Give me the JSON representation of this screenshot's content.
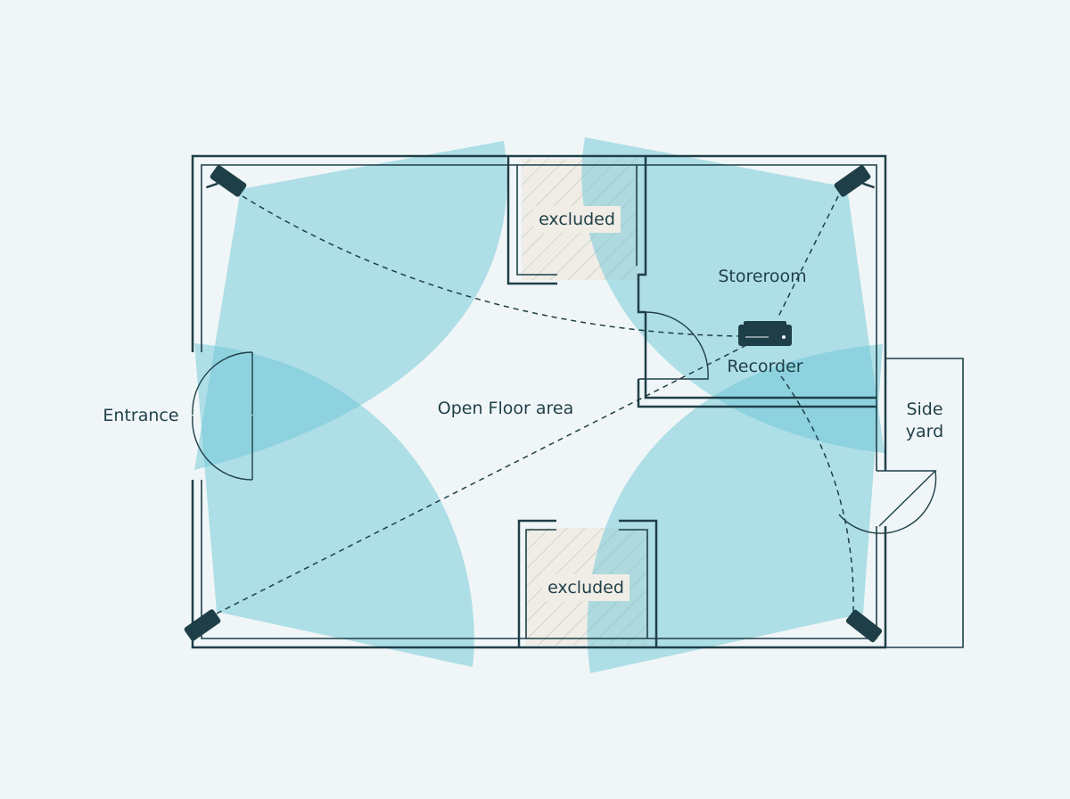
{
  "labels": {
    "entrance": "Entrance",
    "open_floor": "Open Floor area",
    "storeroom": "Storeroom",
    "recorder": "Recorder",
    "side_yard_line1": "Side",
    "side_yard_line2": "yard",
    "excluded_top": "excluded",
    "excluded_bottom": "excluded"
  },
  "cameras": [
    {
      "id": "camera-top-left",
      "icon": "cctv-camera-icon"
    },
    {
      "id": "camera-top-right",
      "icon": "cctv-camera-icon"
    },
    {
      "id": "camera-bottom-left",
      "icon": "cctv-camera-icon"
    },
    {
      "id": "camera-bottom-right",
      "icon": "cctv-camera-icon"
    }
  ],
  "recorder_icon": "nvr-recorder-icon",
  "colors": {
    "background": "#f0f6f7",
    "coverage": "#6cc6d6",
    "walls": "#1f3f48",
    "excluded_fill": "#f0ede6"
  }
}
